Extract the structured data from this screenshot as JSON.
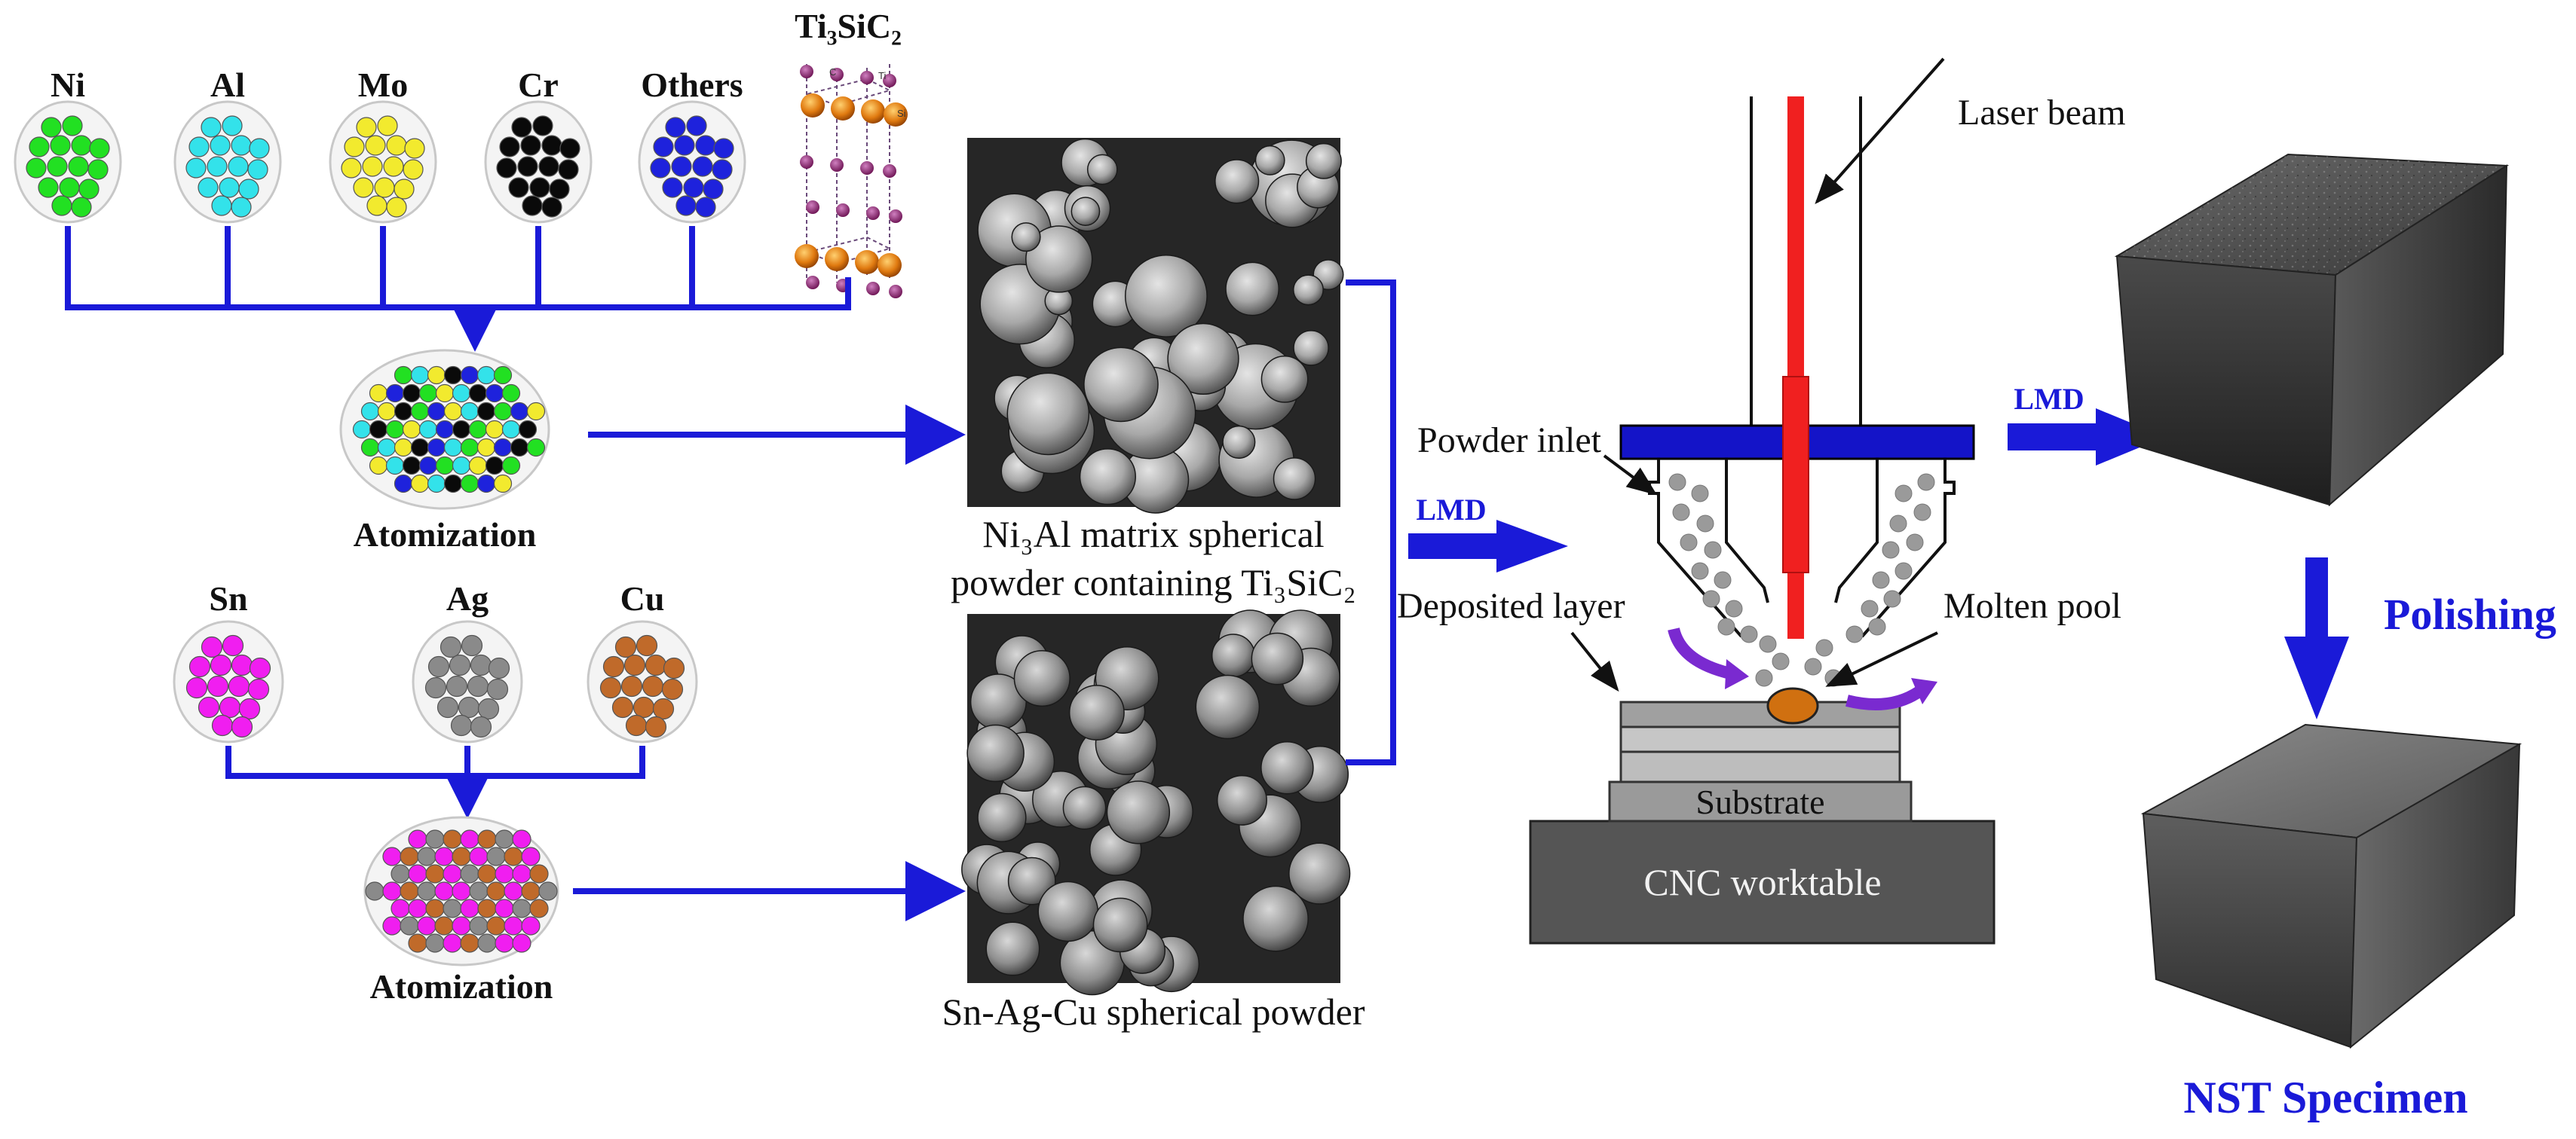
{
  "elements": {
    "ni": "Ni",
    "al": "Al",
    "mo": "Mo",
    "cr": "Cr",
    "others": "Others",
    "ti3sic2": "Ti₃SiC₂",
    "sn": "Sn",
    "ag": "Ag",
    "cu": "Cu"
  },
  "process": {
    "atomization_top": "Atomization",
    "atomization_bottom": "Atomization",
    "powder_top_line1": "Ni₃Al matrix spherical",
    "powder_top_line2": "powder containing Ti₃SiC₂",
    "powder_bottom": "Sn-Ag-Cu spherical powder",
    "lmd_left": "LMD",
    "lmd_right": "LMD",
    "polishing": "Polishing",
    "specimen": "NST Specimen"
  },
  "apparatus": {
    "laser_beam": "Laser beam",
    "powder_inlet": "Powder inlet",
    "deposited_layer": "Deposited layer",
    "molten_pool": "Molten pool",
    "substrate": "Substrate",
    "worktable": "CNC worktable"
  },
  "colors": {
    "ni": "#22e022",
    "al": "#33e2ea",
    "mo": "#f2ea2e",
    "cr": "#0a0a0a",
    "others": "#1e22dc",
    "sn": "#f01ef0",
    "ag": "#8a8a8a",
    "cu": "#c06a2a",
    "flow_line": "#1a1ad8",
    "laser": "#f02020",
    "nozzle_plate": "#1414c8",
    "molten_pool": "#d07010",
    "swirl_arrow": "#7a2ad0"
  }
}
